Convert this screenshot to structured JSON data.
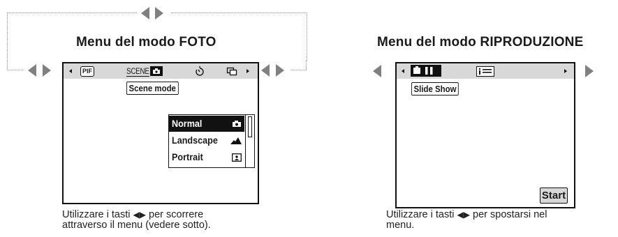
{
  "left": {
    "title": "Menu del modo FOTO",
    "tabs": [
      {
        "label": "PIF",
        "icon": "pif-icon"
      },
      {
        "label": "SCENE",
        "icon": "scene-camera-icon"
      },
      {
        "label": "",
        "icon": "self-timer-icon"
      },
      {
        "label": "",
        "icon": "continuous-shooting-icon"
      }
    ],
    "active_tab_label": "Scene mode",
    "options": [
      {
        "label": "Normal",
        "icon": "camera-icon",
        "selected": true
      },
      {
        "label": "Landscape",
        "icon": "mountain-icon",
        "selected": false
      },
      {
        "label": "Portrait",
        "icon": "portrait-icon",
        "selected": false
      }
    ],
    "caption_line1_a": "Utilizzare i tasti",
    "caption_arrows": "◀▶",
    "caption_line1_b": "per scorrere",
    "caption_line2": "attraverso il menu (vedere sotto)."
  },
  "right": {
    "title": "Menu del modo RIPRODUZIONE",
    "tabs": [
      {
        "label": "",
        "icon": "all-images-icon"
      },
      {
        "label": "",
        "icon": "info-list-icon"
      }
    ],
    "active_tab_label": "Slide Show",
    "start_label": "Start",
    "caption_line1_a": "Utilizzare i tasti",
    "caption_arrows": "◀▶",
    "caption_line1_b": "per spostarsi nel",
    "caption_line2": "menu."
  },
  "colors": {
    "arrow_gray": "#808080",
    "tab_bar": "#d8d8d8",
    "lcd_border": "#111111"
  }
}
